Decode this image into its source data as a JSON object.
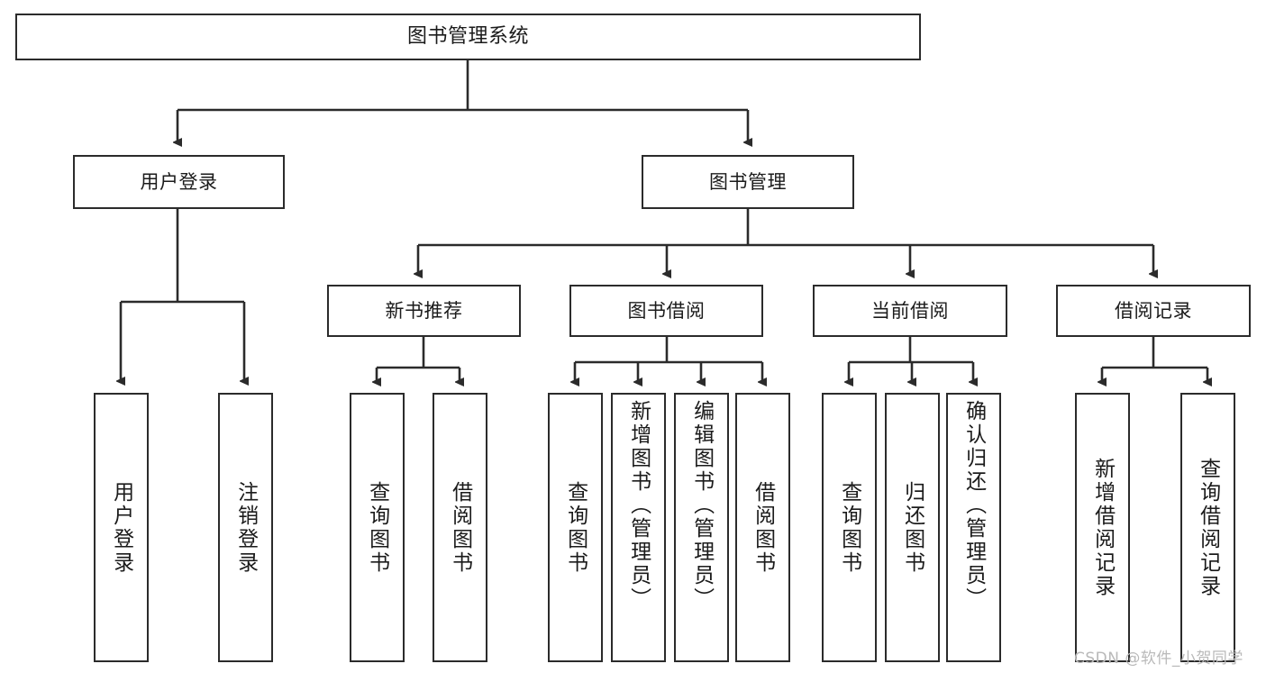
{
  "diagram": {
    "type": "tree-hierarchy",
    "root": {
      "label": "图书管理系统"
    },
    "level2": [
      {
        "label": "用户登录"
      },
      {
        "label": "图书管理"
      }
    ],
    "level3": [
      {
        "label": "新书推荐"
      },
      {
        "label": "图书借阅"
      },
      {
        "label": "当前借阅"
      },
      {
        "label": "借阅记录"
      }
    ],
    "leaves": {
      "user_login": [
        {
          "label": "用户登录"
        },
        {
          "label": "注销登录"
        }
      ],
      "new_book_recommend": [
        {
          "label": "查询图书"
        },
        {
          "label": "借阅图书"
        }
      ],
      "book_borrow": [
        {
          "label": "查询图书"
        },
        {
          "label": "新增图书（管理员）"
        },
        {
          "label": "编辑图书（管理员）"
        },
        {
          "label": "借阅图书"
        }
      ],
      "current_borrow": [
        {
          "label": "查询图书"
        },
        {
          "label": "归还图书"
        },
        {
          "label": "确认归还（管理员）"
        }
      ],
      "borrow_record": [
        {
          "label": "新增借阅记录"
        },
        {
          "label": "查询借阅记录"
        }
      ]
    }
  },
  "watermark": {
    "text": "CSDN @软件_小贺同学"
  },
  "colors": {
    "stroke": "#2b2b2b",
    "fill": "#ffffff",
    "text": "#1b1b1b",
    "watermark": "#b9b9b9"
  }
}
